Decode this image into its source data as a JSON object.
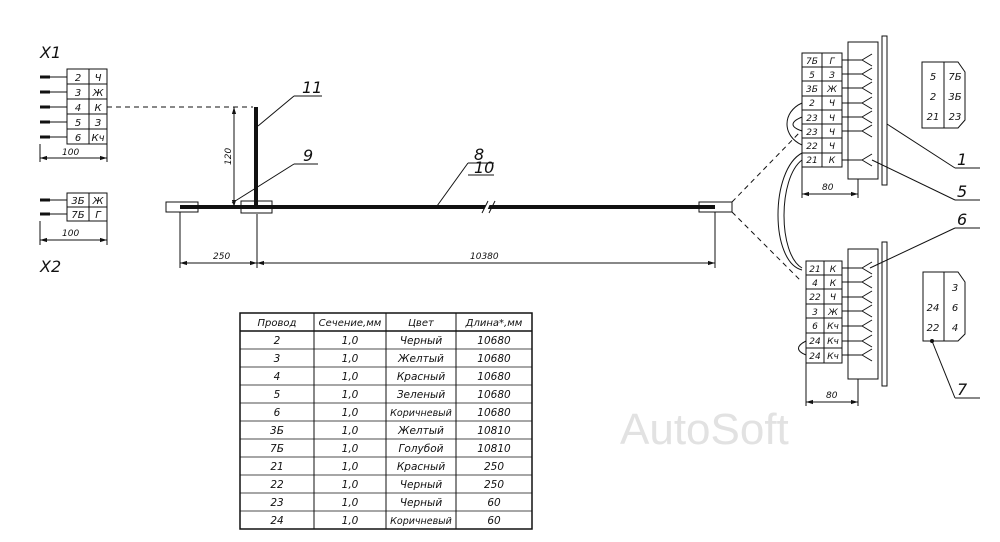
{
  "x1": {
    "label": "X1",
    "pins": [
      [
        "2",
        "Ч"
      ],
      [
        "3",
        "Ж"
      ],
      [
        "4",
        "К"
      ],
      [
        "5",
        "З"
      ],
      [
        "6",
        "Кч"
      ]
    ],
    "width_dim": "100"
  },
  "x2": {
    "label": "X2",
    "pins": [
      [
        "3Б",
        "Ж"
      ],
      [
        "7Б",
        "Г"
      ]
    ],
    "width_dim": "100"
  },
  "harness": {
    "dim_branch_height": "120",
    "dim_left": "250",
    "dim_main": "10380"
  },
  "callouts": [
    "11",
    "9",
    "8",
    "10",
    "1",
    "5",
    "6",
    "7"
  ],
  "conn_top": {
    "rows": [
      [
        "7Б",
        "Г"
      ],
      [
        "5",
        "З"
      ],
      [
        "3Б",
        "Ж"
      ],
      [
        "2",
        "Ч"
      ],
      [
        "23",
        "Ч"
      ],
      [
        "23",
        "Ч"
      ],
      [
        "22",
        "Ч"
      ],
      [
        "21",
        "К"
      ]
    ],
    "width_dim": "80"
  },
  "conn_bottom": {
    "rows": [
      [
        "21",
        "К"
      ],
      [
        "4",
        "К"
      ],
      [
        "22",
        "Ч"
      ],
      [
        "3",
        "Ж"
      ],
      [
        "6",
        "Кч"
      ],
      [
        "24",
        "Кч"
      ],
      [
        "24",
        "Кч"
      ]
    ],
    "width_dim": "80"
  },
  "face_top": [
    [
      "5",
      "7Б"
    ],
    [
      "2",
      "3Б"
    ],
    [
      "21",
      "23"
    ]
  ],
  "face_bottom": [
    [
      "",
      "3"
    ],
    [
      "24",
      "6"
    ],
    [
      "22",
      "4"
    ]
  ],
  "table": {
    "headers": [
      "Провод",
      "Сечение,мм",
      "Цвет",
      "Длина*,мм"
    ],
    "rows": [
      [
        "2",
        "1,0",
        "Черный",
        "10680"
      ],
      [
        "3",
        "1,0",
        "Желтый",
        "10680"
      ],
      [
        "4",
        "1,0",
        "Красный",
        "10680"
      ],
      [
        "5",
        "1,0",
        "Зеленый",
        "10680"
      ],
      [
        "6",
        "1,0",
        "Коричневый",
        "10680"
      ],
      [
        "3Б",
        "1,0",
        "Желтый",
        "10810"
      ],
      [
        "7Б",
        "1,0",
        "Голубой",
        "10810"
      ],
      [
        "21",
        "1,0",
        "Красный",
        "250"
      ],
      [
        "22",
        "1,0",
        "Черный",
        "250"
      ],
      [
        "23",
        "1,0",
        "Черный",
        "60"
      ],
      [
        "24",
        "1,0",
        "Коричневый",
        "60"
      ]
    ]
  },
  "watermark": "AutoSoft"
}
